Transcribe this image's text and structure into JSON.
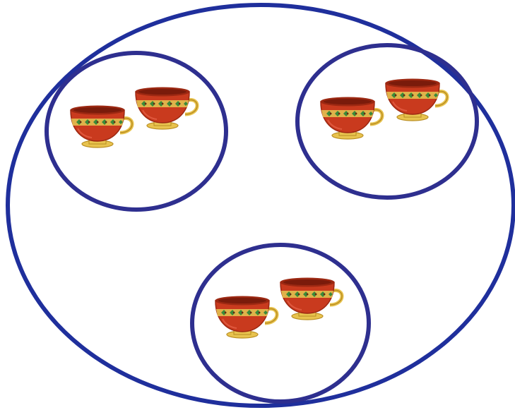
{
  "diagram": {
    "type": "grouping",
    "group_count": 3,
    "items_per_group": 2,
    "total_items": 6,
    "item_icon": "teacup-icon",
    "colors": {
      "background": "#ffffff",
      "ring_outer": "#1f2f9c",
      "ring_group": "#2e2f8f",
      "ring_group_shadow": "#111111",
      "cup_body": "#c93a1e",
      "cup_body_dark": "#9c2812",
      "cup_band": "#e0b24a",
      "cup_band_diamond": "#3b8a3a",
      "cup_gold": "#e8c34e",
      "cup_gold_dark": "#b98d22"
    },
    "groups": [
      {
        "name": "group-top-left",
        "items": [
          "teacup",
          "teacup"
        ]
      },
      {
        "name": "group-top-right",
        "items": [
          "teacup",
          "teacup"
        ]
      },
      {
        "name": "group-bottom",
        "items": [
          "teacup",
          "teacup"
        ]
      }
    ]
  }
}
